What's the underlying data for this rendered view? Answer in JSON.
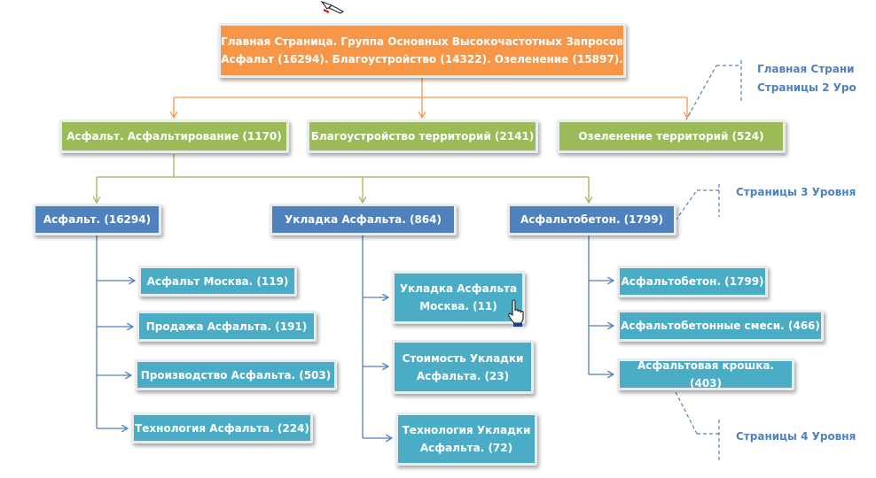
{
  "root": {
    "line1": "Главная Страница. Группа Основных Высокочастотных Запросов",
    "line2": "Асфальт (16294).  Благоустройство (14322).  Озеленение (15897)."
  },
  "level2": [
    "Асфальт. Асфальтирование (1170)",
    "Благоустройство территорий (2141)",
    "Озеленение территорий (524)"
  ],
  "level3": [
    "Асфальт. (16294)",
    "Укладка Асфальта. (864)",
    "Асфальтобетон. (1799)"
  ],
  "level4_col1": [
    "Асфальт Москва. (119)",
    "Продажа Асфальта. (191)",
    "Производство Асфальта. (503)",
    "Технология Асфальта. (224)"
  ],
  "level4_col2": [
    {
      "line1": "Укладка Асфальта",
      "line2": "Москва. (11)"
    },
    {
      "line1": "Стоимость Укладки",
      "line2": "Асфальта. (23)"
    },
    {
      "line1": "Технология Укладки",
      "line2": "Асфальта. (72)"
    }
  ],
  "level4_col3": [
    "Асфальтобетон. (1799)",
    "Асфальтобетонные смеси. (466)",
    "Асфальтовая крошка. (403)"
  ],
  "annotations": {
    "l12_line1": "Главная Страни",
    "l12_line2": "Страницы 2 Уро",
    "l3": "Страницы 3 Уровня",
    "l4": "Страницы 4 Уровня"
  },
  "colors": {
    "orange": "#f79646",
    "green": "#9bbb59",
    "blue": "#4f81bd",
    "teal": "#4bacc6"
  },
  "icons": [
    "hand-pointer-icon",
    "pencil-cursor-icon"
  ]
}
